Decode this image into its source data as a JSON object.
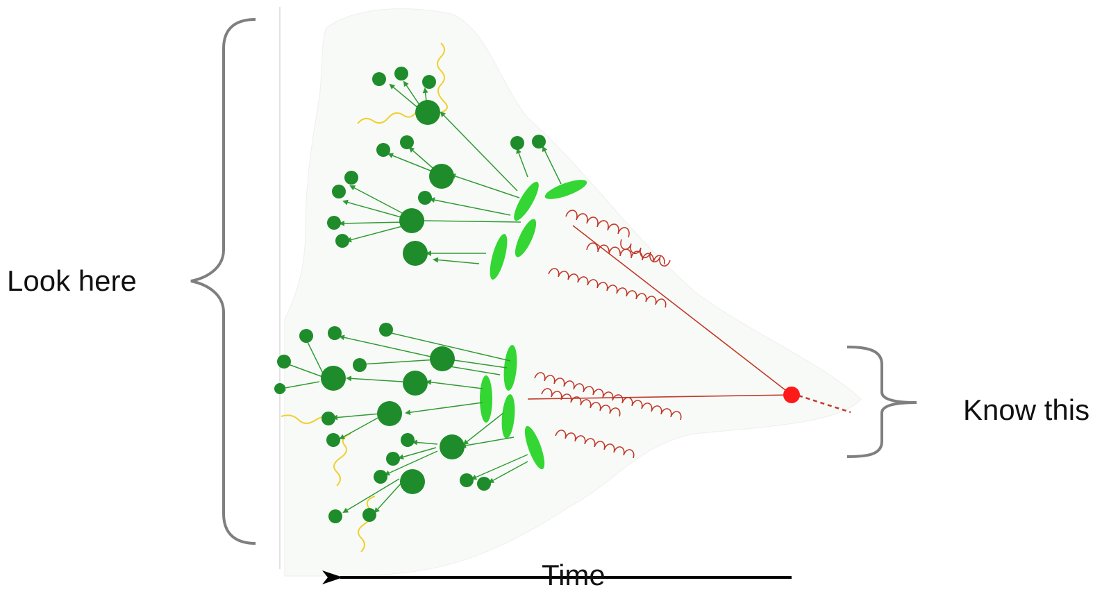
{
  "labels": {
    "look_here": "Look here",
    "know_this": "Know this",
    "time": "Time"
  },
  "colors": {
    "bracket": "#7f7f7f",
    "hadron": "#1e8c2a",
    "cluster": "#33d633",
    "hadron_arrow": "#2f9a33",
    "gluon": "#c0392b",
    "vertex": "#ff1a1a",
    "photon": "#f0d030",
    "background_blob": "#f8faf7",
    "arrow": "#000000"
  },
  "icons": {
    "left_bracket": "curly-brace-left",
    "right_bracket": "curly-brace-right",
    "time_arrow": "arrow-left"
  }
}
